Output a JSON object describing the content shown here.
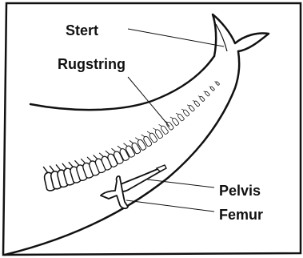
{
  "labels": {
    "tail": "Stert",
    "spine": "Rugstring",
    "pelvis": "Pelvis",
    "femur": "Femur"
  },
  "colors": {
    "stroke": "#111111",
    "background": "#ffffff"
  }
}
